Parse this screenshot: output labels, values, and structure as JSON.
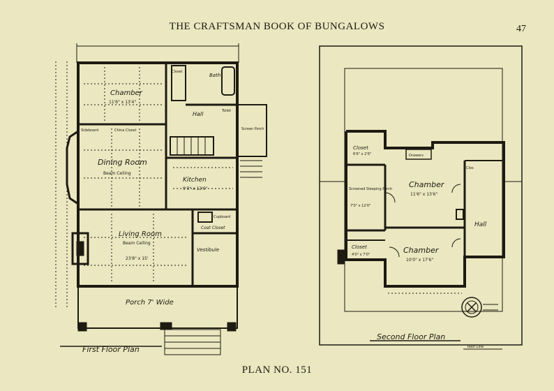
{
  "header": {
    "title": "THE CRAFTSMAN BOOK OF BUNGALOWS",
    "page_number": "47"
  },
  "footer": {
    "plan_label": "PLAN NO. 151"
  },
  "first_floor": {
    "caption": "First Floor Plan",
    "rooms": {
      "chamber": "Chamber",
      "chamber_size": "11'6\" x 13'4\"",
      "bath": "Bath",
      "closet": "Closet",
      "toilet": "Toilet",
      "hall": "Hall",
      "dining_room": "Dining Room",
      "beam_ceiling": "Beam Ceiling",
      "kitchen": "Kitchen",
      "kitchen_size": "9'3\" x 12'6\"",
      "living_room": "Living Room",
      "beam_ceiling_2": "Beam Ceiling",
      "living_size": "23'8\" x 15'",
      "coat_closet": "Coat Closet",
      "cupboard": "Cupboard",
      "vestibule": "Vestibule",
      "screen_porch": "Screen Porch",
      "porch": "Porch 7' Wide",
      "sideboard": "Sideboard",
      "china_closet": "China Closet"
    }
  },
  "second_floor": {
    "caption": "Second Floor Plan",
    "rooms": {
      "closet_top": "Closet",
      "closet_top_size": "6'6\" x 2'6\"",
      "chamber_top": "Chamber",
      "chamber_top_size": "11'6\" x 13'6\"",
      "screened_porch": "Screened Sleeping Porch",
      "screened_porch_size": "7'0\" x 12'0\"",
      "hall": "Hall",
      "closet_bottom": "Closet",
      "closet_bottom_size": "4'0\" x 7'0\"",
      "chamber_bottom": "Chamber",
      "chamber_bottom_size": "10'0\" x 17'6\"",
      "roof_line": "Roof Line",
      "clos": "Clos",
      "drawers": "Drawers"
    }
  },
  "colors": {
    "paper": "#ebe7c0",
    "ink": "#1d1a12"
  },
  "icons": [
    "compass-rose-seal-icon"
  ]
}
